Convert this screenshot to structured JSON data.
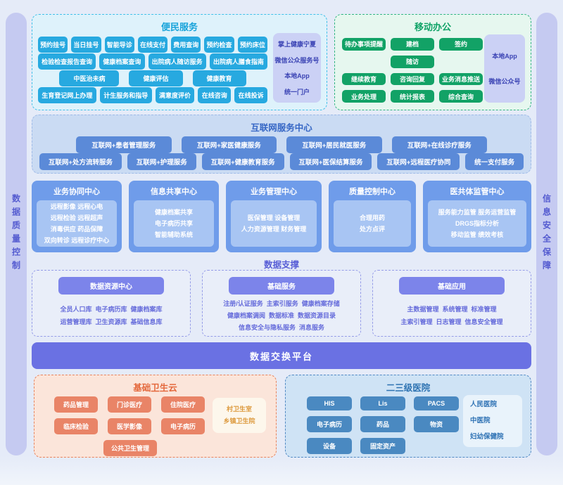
{
  "palette": {
    "page_bg": "#e5ebf8",
    "sidebar_bg": "#c5caf1",
    "convenient_accent": "#27a9e0",
    "mobile_accent": "#12a266",
    "internet_accent": "#5b8ad8",
    "center_accent": "#6f9cea",
    "center_inner": "#a8c5f3",
    "data_accent": "#7c84ea",
    "exchange_accent": "#6a71e3",
    "cloud_accent": "#e98467",
    "hospital_accent": "#4a89c1",
    "channel_card": "#cbd1f5"
  },
  "sidebars": {
    "left": "数据质量控制",
    "right": "信息安全保障"
  },
  "convenient": {
    "title": "便民服务",
    "rows": [
      [
        "预约挂号",
        "当日挂号",
        "智能导诊",
        "在线支付",
        "费用查询",
        "预约检查",
        "预约床位"
      ],
      [
        "检验检查报告查询",
        "健康档案查询",
        "出院病人随访服务",
        "出院病人膳食指南"
      ],
      [
        "中医治未病",
        "健康评估",
        "健康教育"
      ],
      [
        "生育登记网上办理",
        "计生服务和指导",
        "满意度评价",
        "在线咨询",
        "在线投诉"
      ]
    ],
    "channels": [
      "掌上健康宁夏",
      "微信公众服务号",
      "本地App",
      "统一门户"
    ]
  },
  "mobile": {
    "title": "移动办公",
    "cells": [
      "待办事项提醒",
      "建档",
      "签约",
      "",
      "随访",
      "",
      "继续教育",
      "咨询回复",
      "业务消息推送",
      "业务处理",
      "统计报表",
      "综合查询"
    ],
    "channels": [
      "本地App",
      "微信公众号"
    ]
  },
  "internet": {
    "title": "互联网服务中心",
    "row1": [
      "互联网+患者管理服务",
      "互联网+家医健康服务",
      "互联网+居民就医服务",
      "互联网+在线诊疗服务"
    ],
    "row2": [
      "互联网+处方流转服务",
      "互联网+护理服务",
      "互联网+健康教育服务",
      "互联网+医保结算服务",
      "互联网+远程医疗协同",
      "统一支付服务"
    ]
  },
  "centers": [
    {
      "title": "业务协同中心",
      "lines": [
        "远程影像 远程心电",
        "远程检验 远程超声",
        "消毒供应 药品保障",
        "双向转诊 远程诊疗中心"
      ]
    },
    {
      "title": "信息共享中心",
      "lines": [
        "健康档案共享",
        "电子病历共享",
        "智能辅助系统"
      ]
    },
    {
      "title": "业务管理中心",
      "lines": [
        "医保管理 设备管理",
        "人力资源管理 财务管理"
      ]
    },
    {
      "title": "质量控制中心",
      "lines": [
        "合理用药",
        "处方点评"
      ]
    },
    {
      "title": "医共体监管中心",
      "lines": [
        "服务能力监管 服务运营监管",
        "DRGS指标分析",
        "移动监管 绩效考核"
      ]
    }
  ],
  "data_support": {
    "title": "数据支撑",
    "groups": [
      {
        "header": "数据资源中心",
        "lines": [
          "全员人口库  电子病历库  健康档案库",
          "运营管理库  卫生资源库  基础信息库"
        ]
      },
      {
        "header": "基础服务",
        "lines": [
          "注册/认证服务  主索引服务  健康档案存储",
          "健康档案调阅  数据标准  数据资源目录",
          "信息安全与隐私服务  消息服务"
        ]
      },
      {
        "header": "基础应用",
        "lines": [
          "主数据管理  系统管理  标准管理",
          "主索引管理  日志管理  信息安全管理"
        ]
      }
    ]
  },
  "exchange": {
    "title": "数据交换平台"
  },
  "basic_cloud": {
    "title": "基础卫生云",
    "rows": [
      [
        "药品管理",
        "门诊医疗",
        "住院医疗"
      ],
      [
        "临床检验",
        "医学影像",
        "电子病历"
      ],
      [
        "公共卫生管理"
      ]
    ],
    "orgs": [
      "村卫生室",
      "乡镇卫生院"
    ]
  },
  "hospitals": {
    "title": "二三级医院",
    "rows": [
      [
        "HIS",
        "Lis",
        "PACS"
      ],
      [
        "电子病历",
        "药品",
        "物资"
      ],
      [
        "设备",
        "固定资产"
      ]
    ],
    "orgs": [
      "人民医院",
      "中医院",
      "妇幼保健院"
    ]
  }
}
